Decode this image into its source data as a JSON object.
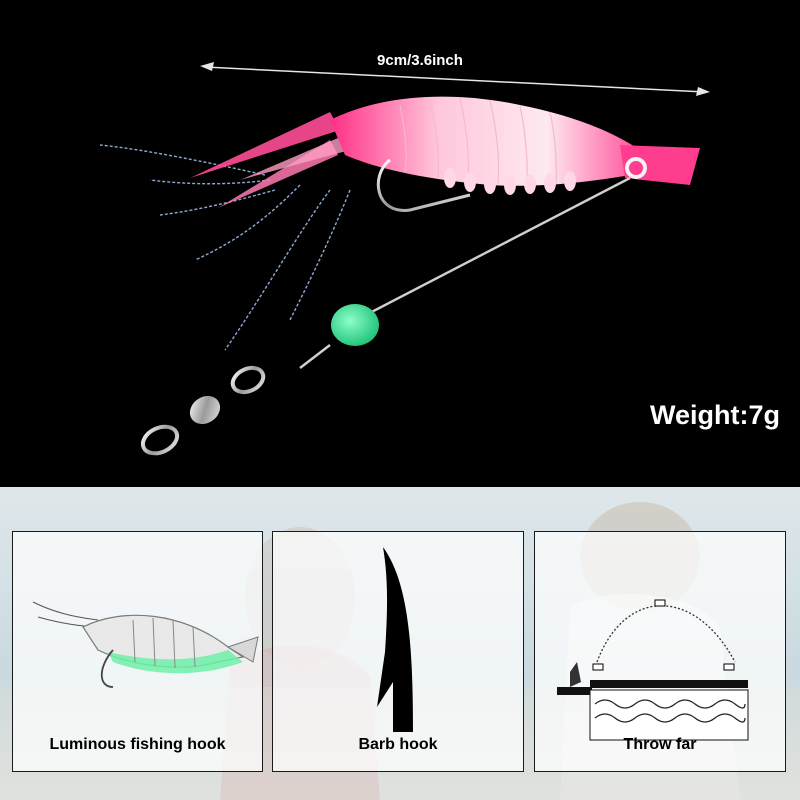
{
  "product": {
    "dimension_label": "9cm/3.6inch",
    "weight_label": "Weight:7g"
  },
  "features": [
    {
      "caption": "Luminous fishing hook",
      "icon": "glowing-shrimp-lure-icon"
    },
    {
      "caption": "Barb hook",
      "icon": "barb-hook-icon"
    },
    {
      "caption": "Throw far",
      "icon": "casting-arc-icon"
    }
  ],
  "colors": {
    "lure_pink": "#ff3d8e",
    "glow_bead": "#3ee89a",
    "background_top": "#000000"
  }
}
